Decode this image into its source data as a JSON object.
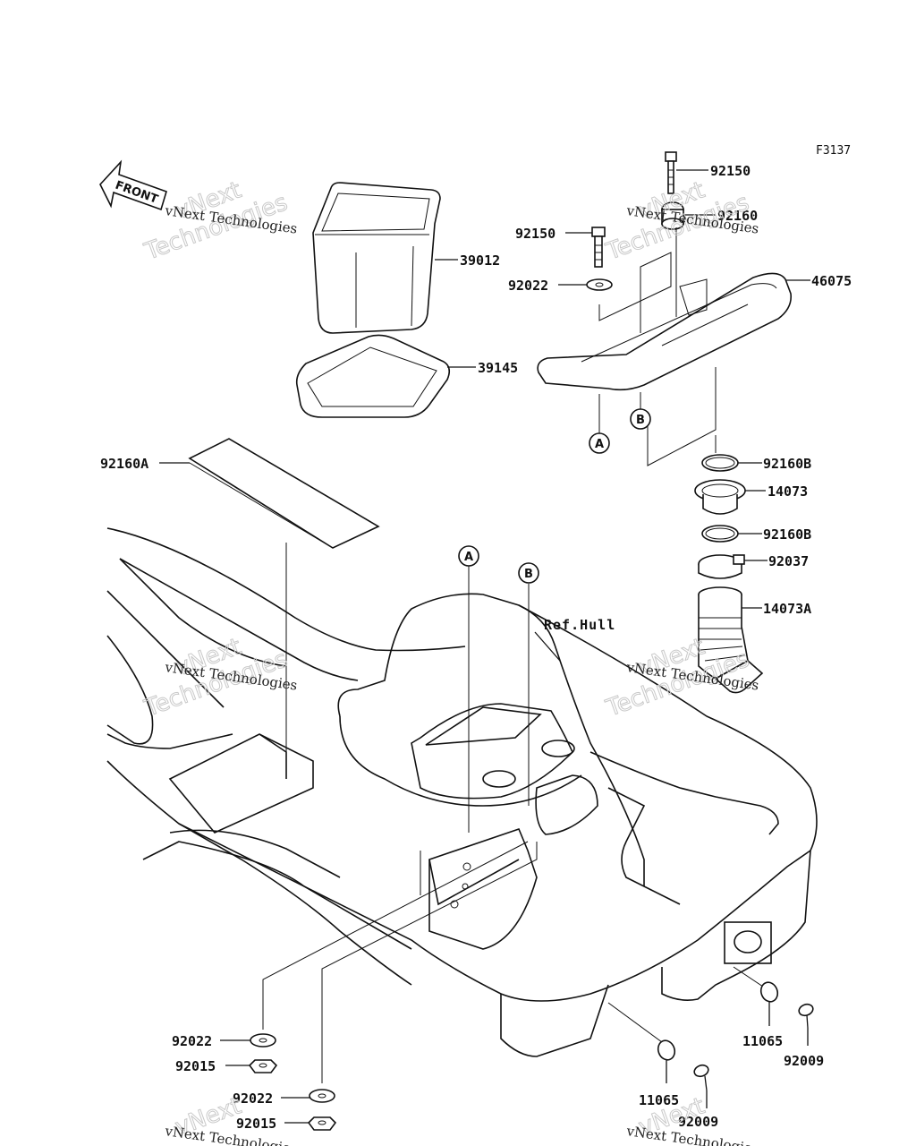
{
  "diagram_code": "F3137",
  "front_arrow_label": "FRONT",
  "reference_label": "Ref.Hull",
  "callouts": {
    "a": "A",
    "b": "B"
  },
  "watermark": {
    "company": "vNext Technologies",
    "big_line_1": "vNext",
    "big_line_2": "Technologies"
  },
  "parts": {
    "p39012": "39012",
    "p39145": "39145",
    "p92160A": "92160A",
    "p92150_top": "92150",
    "p92160_top": "92160",
    "p92150_left": "92150",
    "p92022_top": "92022",
    "p46075": "46075",
    "p92160B_upper": "92160B",
    "p14073": "14073",
    "p92160B_lower": "92160B",
    "p92037": "92037",
    "p14073A": "14073A",
    "p92022_b1": "92022",
    "p92015_b1": "92015",
    "p92022_b2": "92022",
    "p92015_b2": "92015",
    "p11065_center": "11065",
    "p92009_center": "92009",
    "p11065_right": "11065",
    "p92009_right": "92009"
  }
}
